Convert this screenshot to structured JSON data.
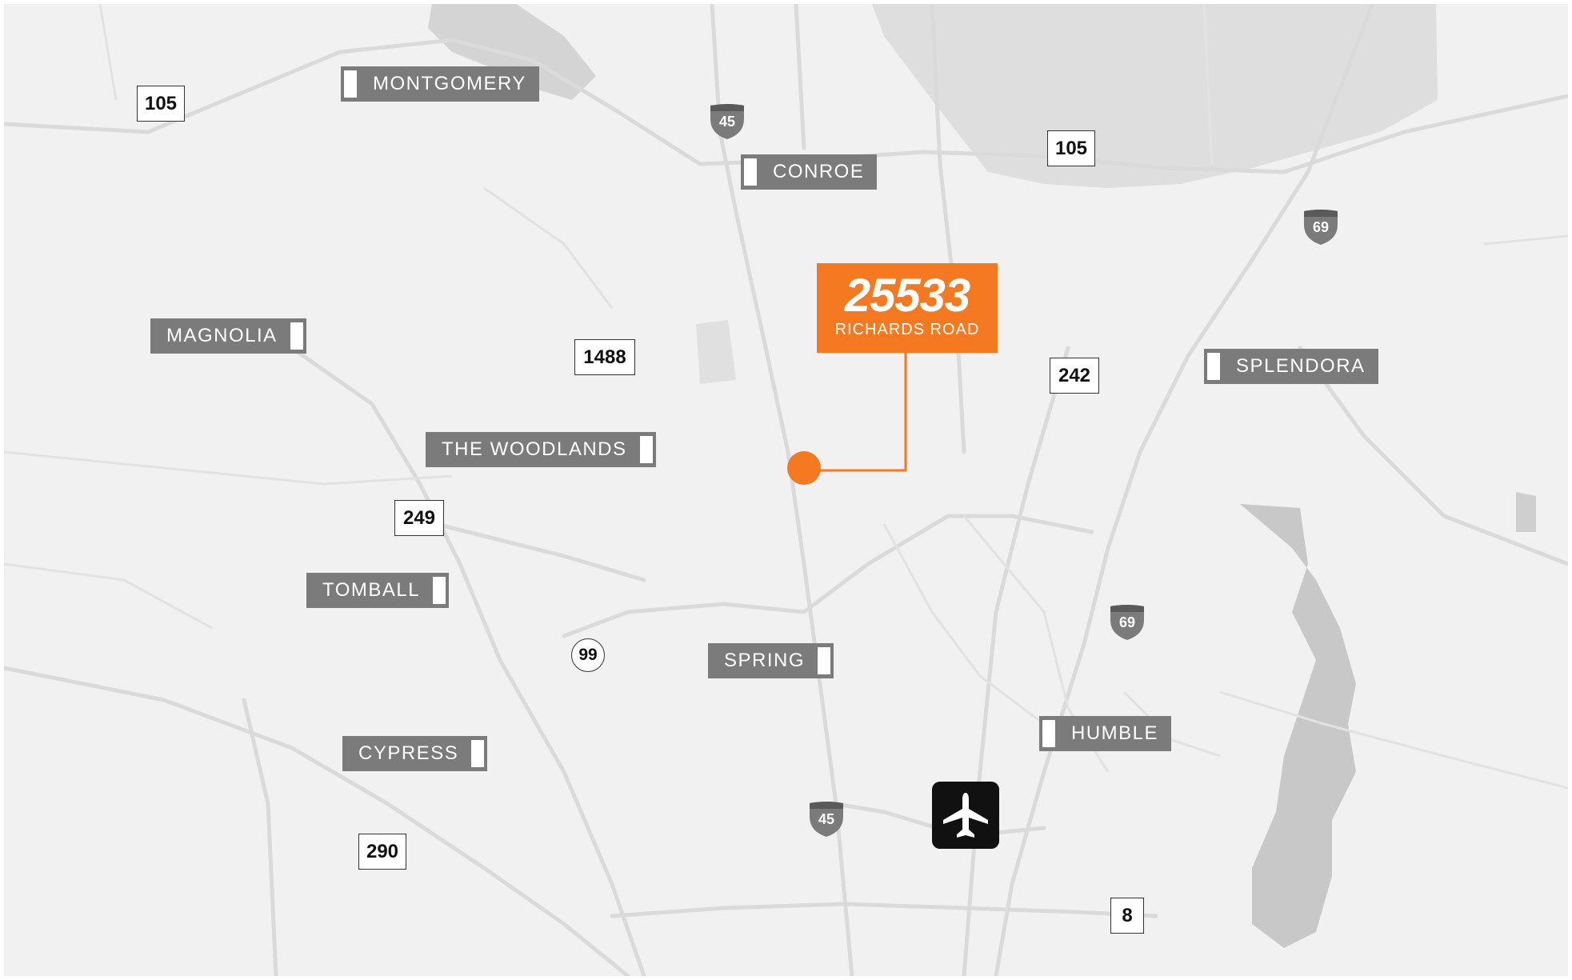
{
  "map": {
    "accent_color": "#f47920",
    "land_color": "#f1f1f1",
    "water_color": "#d2d2d2",
    "road_color": "#dcdcdc"
  },
  "callout": {
    "address_number": "25533",
    "street": "RICHARDS ROAD"
  },
  "cities": {
    "montgomery": "MONTGOMERY",
    "conroe": "CONROE",
    "magnolia": "MAGNOLIA",
    "splendora": "SPLENDORA",
    "the_woodlands": "THE WOODLANDS",
    "tomball": "TOMBALL",
    "spring": "SPRING",
    "humble": "HUMBLE",
    "cypress": "CYPRESS"
  },
  "routes": {
    "r105_west": "105",
    "r105_east": "105",
    "r1488": "1488",
    "r242": "242",
    "r249": "249",
    "r99": "99",
    "r290": "290",
    "r8": "8"
  },
  "interstates": {
    "i45_north": "45",
    "i69_north": "69",
    "i69_south": "69",
    "i45_south": "45"
  },
  "icons": {
    "airport": "airplane-icon"
  }
}
